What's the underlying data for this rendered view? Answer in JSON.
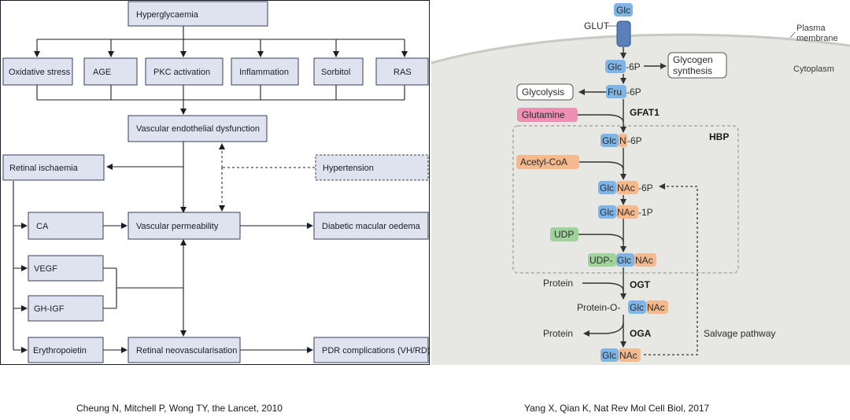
{
  "left_diagram": {
    "top": "Hyperglycaemia",
    "causes": [
      "Oxidative stress",
      "AGE",
      "PKC activation",
      "Inflammation",
      "Sorbitol",
      "RAS"
    ],
    "endothelial": "Vascular endothelial dysfunction",
    "ischaemia": "Retinal ischaemia",
    "hypertension": "Hypertension",
    "ca": "CA",
    "permeability": "Vascular permeability",
    "oedema": "Diabetic macular oedema",
    "vegf": "VEGF",
    "ghigf": "GH-IGF",
    "erythropoietin": "Erythropoietin",
    "neovasc": "Retinal neovascularisation",
    "pdr": "PDR complications (VH/RD)"
  },
  "right_diagram": {
    "glc": "Glc",
    "glut": "GLUT",
    "plasma_membrane": [
      "Plasma",
      "membrane"
    ],
    "cytoplasm": "Cytoplasm",
    "glc6p": {
      "a": "Glc",
      "b": "-6P"
    },
    "glycogen": [
      "Glycogen",
      "synthesis"
    ],
    "glycolysis": "Glycolysis",
    "fru6p": {
      "a": "Fru",
      "b": "-6P"
    },
    "gfat1": "GFAT1",
    "glutamine": "Glutamine",
    "hbp": "HBP",
    "glcn6p": {
      "a": "Glc",
      "b": "N",
      "c": "-6P"
    },
    "acetylcoa": "Acetyl-CoA",
    "glcnac6p": {
      "a": "Glc",
      "b": "NAc",
      "c": "-6P"
    },
    "glcnac1p": {
      "a": "Glc",
      "b": "NAc",
      "c": "-1P"
    },
    "udp": "UDP",
    "udpglcnac": {
      "a": "UDP-",
      "b": "Glc",
      "c": "NAc"
    },
    "protein1": "Protein",
    "ogt": "OGT",
    "proteinO": {
      "a": "Protein-O-",
      "b": "Glc",
      "c": "NAc"
    },
    "protein2": "Protein",
    "oga": "OGA",
    "salvage": "Salvage pathway",
    "glcnac_end": {
      "a": "Glc",
      "b": "NAc"
    }
  },
  "captions": {
    "left": "Cheung N, Mitchell P, Wong TY, the Lancet, 2010",
    "right": "Yang X, Qian K,  Nat Rev Mol Cell Biol, 2017"
  },
  "colors": {
    "box_fill": "#dfe2ef",
    "blue_tag": "#7fb5e6",
    "orange_tag": "#f4b98c",
    "pink_tag": "#ee8fb4",
    "green_tag": "#9fd39b",
    "cytoplasm": "#e7e7e3"
  }
}
